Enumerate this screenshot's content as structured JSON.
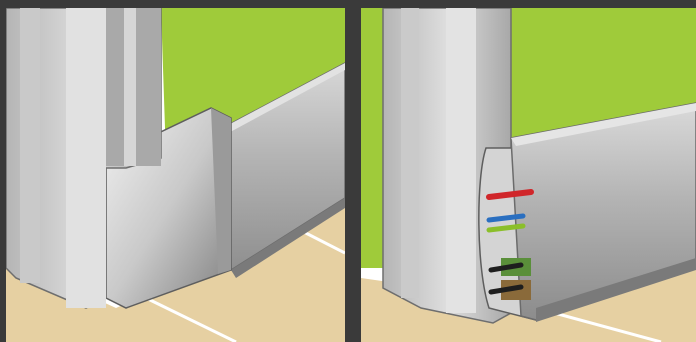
{
  "figure": {
    "panels": [
      {
        "id": "left",
        "depicts": [
          "green-wall",
          "tiled-floor",
          "door-frame",
          "skirting-trunking",
          "corner-joint-cover"
        ]
      },
      {
        "id": "right",
        "depicts": [
          "green-wall",
          "tiled-floor",
          "door-frame",
          "skirting-trunking-open-end",
          "cables"
        ]
      }
    ],
    "colors": {
      "background": "#3a3a3a",
      "wall": "#9fcb3a",
      "floor": "#e6d0a2",
      "frame": "#bcbcbc",
      "trunking": "#b8b8b8",
      "cable_red": "#d0262a",
      "cable_blue": "#2a6fc0",
      "cable_green_yellow": "#8bbf2a",
      "cable_black": "#1e1e1e",
      "divider_green": "#5a8f3a",
      "divider_brown": "#8a6a3a"
    }
  }
}
